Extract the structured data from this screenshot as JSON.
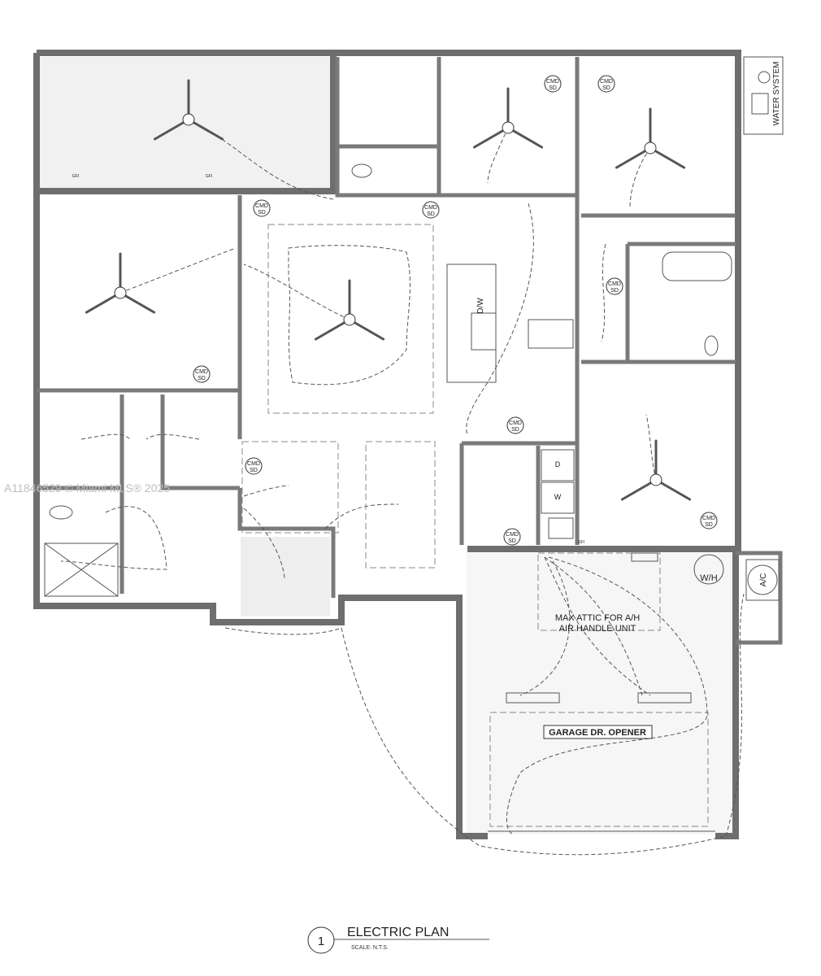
{
  "title": {
    "number": "1",
    "name": "ELECTRIC PLAN",
    "scale": "SCALE: N.T.S."
  },
  "watermark": "A11846529 © Miami MLS® 2025",
  "labels": {
    "water_system": "WATER SYSTEM",
    "cmd_sd_line1": "CMD",
    "cmd_sd_line2": "SD",
    "dishwasher": "D/W",
    "water_heater": "W/H",
    "ac": "A/C",
    "dryer": "D",
    "washer": "W",
    "gfi": "GFI",
    "attic_line1": "MAX ATTIC FOR A/H",
    "attic_line2": "AIR HANDLE UNIT",
    "garage_opener": "GARAGE DR. OPENER"
  },
  "colors": {
    "walls": "#6e6e6e",
    "lines": "#555555",
    "background": "#ffffff"
  }
}
